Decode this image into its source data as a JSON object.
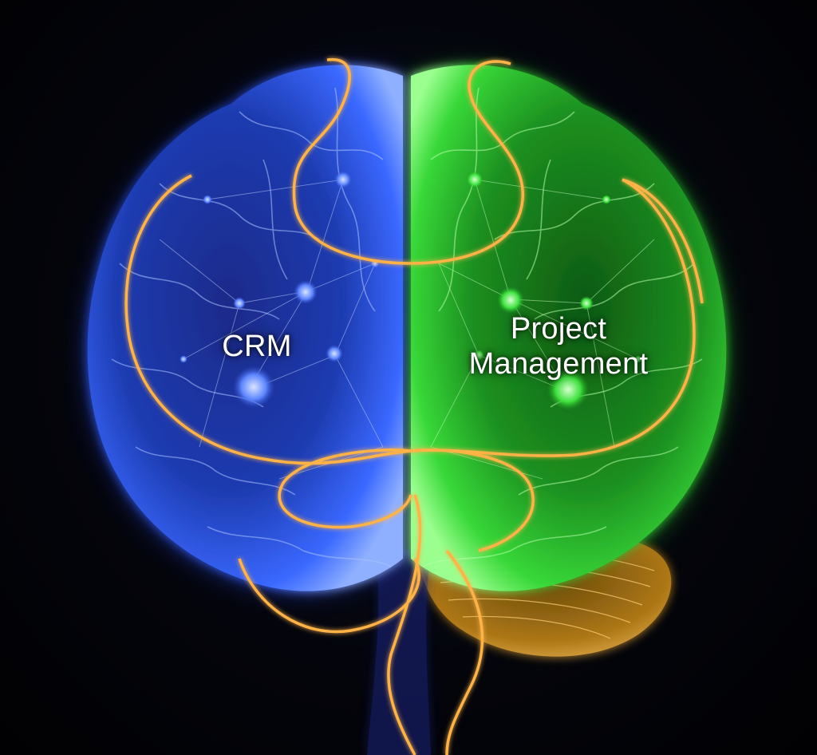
{
  "left_hemisphere": {
    "label": "CRM",
    "color": "#3f6bff"
  },
  "right_hemisphere": {
    "label_line1": "Project",
    "label_line2": "Management",
    "color": "#3ce03c"
  },
  "connection_color": "#ffb347"
}
